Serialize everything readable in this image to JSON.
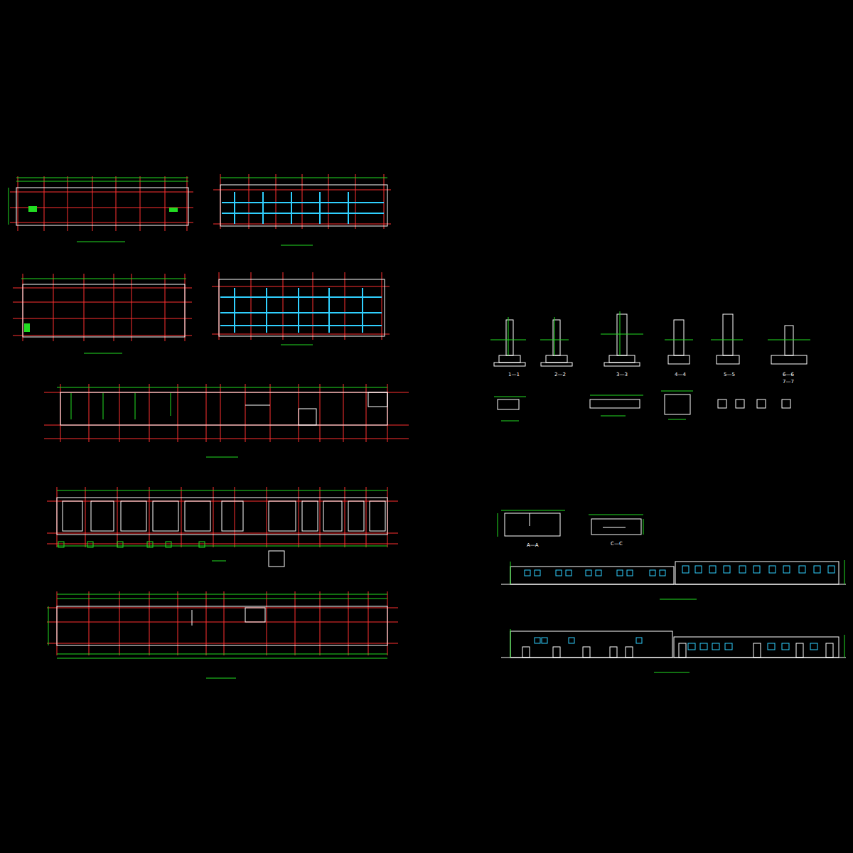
{
  "diagram": {
    "labels": [
      "1—1",
      "2—2",
      "3—3",
      "4—4",
      "5—5",
      "6—6",
      "7—7",
      "A—A",
      "C—C"
    ]
  }
}
